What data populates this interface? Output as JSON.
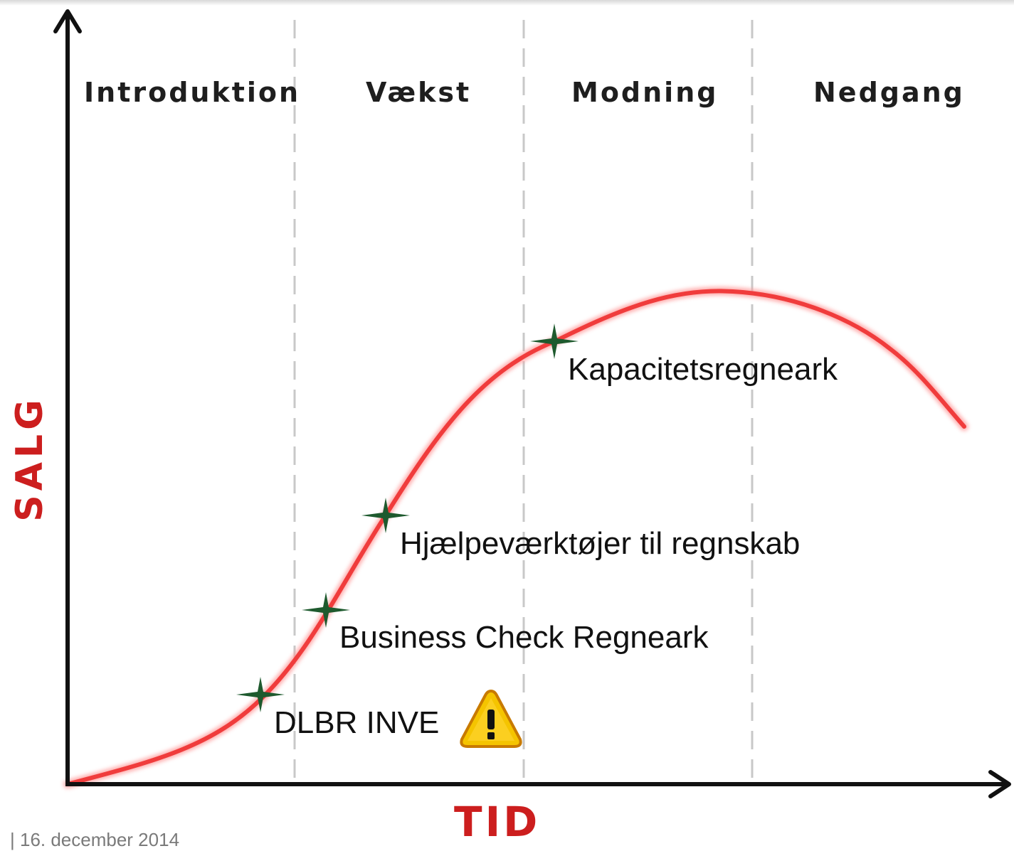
{
  "phases": [
    "Introduktion",
    "Vækst",
    "Modning",
    "Nedgang"
  ],
  "y_axis_label": "SALG",
  "x_axis_label": "TID",
  "milestones": [
    {
      "label": "DLBR INVE",
      "warning": true
    },
    {
      "label": "Business Check Regneark",
      "warning": false
    },
    {
      "label": "Hjælpeværktøjer til regnskab",
      "warning": false
    },
    {
      "label": "Kapacitetsregneark",
      "warning": false
    }
  ],
  "footer_text": "|   16.  december 2014",
  "colors": {
    "curve": "#f03c3c",
    "axis": "#111111",
    "axis_title": "#cc1e1e",
    "star": "#1e5a2e",
    "warning_fill": "#f5c400",
    "phase_divider": "#c8c8c8"
  },
  "icons": {
    "milestone": "four-point-star-icon",
    "warning": "warning-triangle-icon"
  }
}
